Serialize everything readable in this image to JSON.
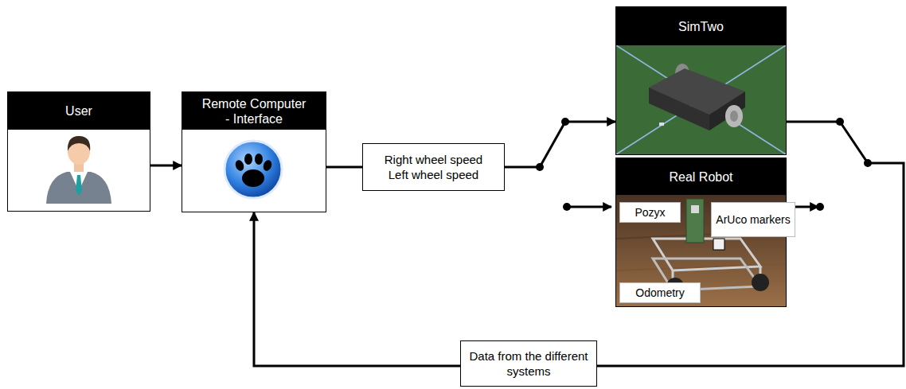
{
  "diagram": {
    "nodes": [
      {
        "text": [
          "User"
        ]
      },
      {
        "text": [
          "Remote Computer - Interface"
        ]
      },
      {
        "text": [
          "Right wheel speed",
          "Left wheel speed"
        ]
      },
      {
        "text": [
          "SimTwo"
        ]
      },
      {
        "text": [
          "Real Robot"
        ]
      },
      {
        "text": [
          "Pozyx"
        ],
        "in": 4
      },
      {
        "text": [
          "ArUco markers"
        ],
        "in": 4
      },
      {
        "text": [
          "Odometry"
        ],
        "in": 4
      },
      {
        "text": [
          "Data from the different systems"
        ]
      }
    ],
    "edges": [
      {
        "from": 0,
        "to": 1,
        "arrow": "to"
      },
      {
        "from": 1,
        "to": 2,
        "arrow": "none"
      },
      {
        "from": 2,
        "to": 3,
        "arrow": "to"
      },
      {
        "from": 3,
        "to": 8,
        "arrow": "none"
      },
      {
        "from": 8,
        "to": 1,
        "arrow": "to"
      }
    ]
  }
}
